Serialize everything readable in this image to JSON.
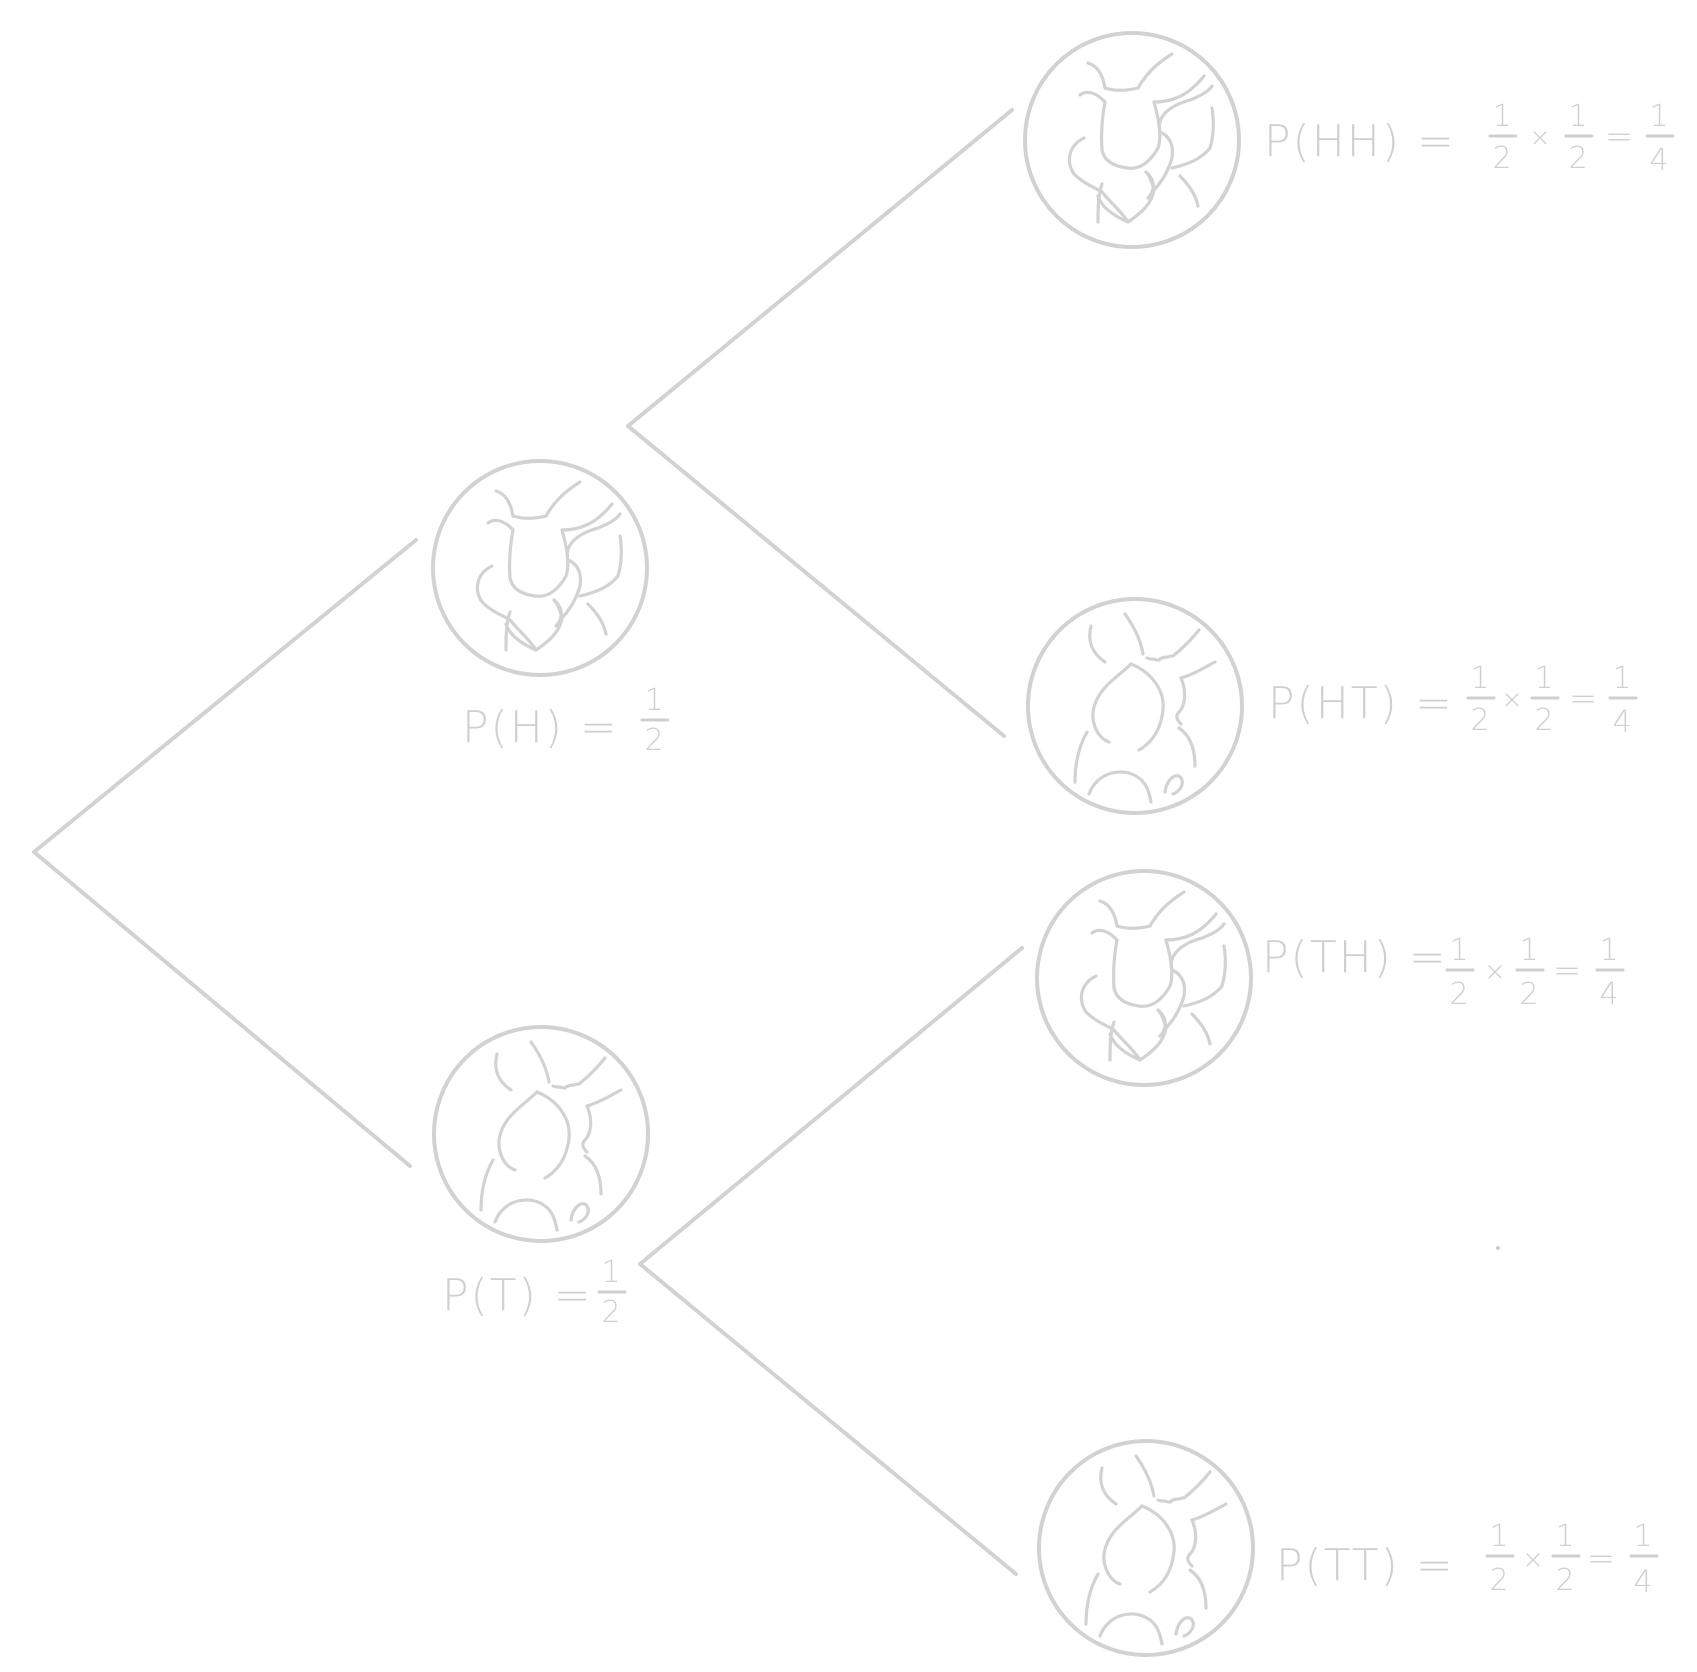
{
  "diagram": {
    "root": {
      "branches": [
        {
          "outcome": "H",
          "coin_face": "heads",
          "label": {
            "prefix": "P(H) =",
            "fraction": {
              "numerator": "1",
              "denominator": "2"
            }
          },
          "branches": [
            {
              "outcome": "HH",
              "coin_face": "heads",
              "label": {
                "prefix": "P(HH) =",
                "terms": [
                  {
                    "numerator": "1",
                    "denominator": "2"
                  },
                  {
                    "op": "×"
                  },
                  {
                    "numerator": "1",
                    "denominator": "2"
                  },
                  {
                    "op": "="
                  },
                  {
                    "numerator": "1",
                    "denominator": "4"
                  }
                ]
              }
            },
            {
              "outcome": "HT",
              "coin_face": "tails",
              "label": {
                "prefix": "P(HT) =",
                "terms": [
                  {
                    "numerator": "1",
                    "denominator": "2"
                  },
                  {
                    "op": "×"
                  },
                  {
                    "numerator": "1",
                    "denominator": "2"
                  },
                  {
                    "op": "="
                  },
                  {
                    "numerator": "1",
                    "denominator": "4"
                  }
                ]
              }
            }
          ]
        },
        {
          "outcome": "T",
          "coin_face": "tails",
          "label": {
            "prefix": "P(T) =",
            "fraction": {
              "numerator": "1",
              "denominator": "2"
            }
          },
          "branches": [
            {
              "outcome": "TH",
              "coin_face": "heads",
              "label": {
                "prefix": "P(TH) =",
                "terms": [
                  {
                    "numerator": "1",
                    "denominator": "2"
                  },
                  {
                    "op": "×"
                  },
                  {
                    "numerator": "1",
                    "denominator": "2"
                  },
                  {
                    "op": "="
                  },
                  {
                    "numerator": "1",
                    "denominator": "4"
                  }
                ]
              }
            },
            {
              "outcome": "TT",
              "coin_face": "tails",
              "label": {
                "prefix": "P(TT) =",
                "terms": [
                  {
                    "numerator": "1",
                    "denominator": "2"
                  },
                  {
                    "op": "×"
                  },
                  {
                    "numerator": "1",
                    "denominator": "2"
                  },
                  {
                    "op": "="
                  },
                  {
                    "numerator": "1",
                    "denominator": "4"
                  }
                ]
              }
            }
          ]
        }
      ]
    },
    "colors": {
      "line": "#d2d2d2",
      "text": "#cfcfcf",
      "background": "#ffffff"
    }
  }
}
